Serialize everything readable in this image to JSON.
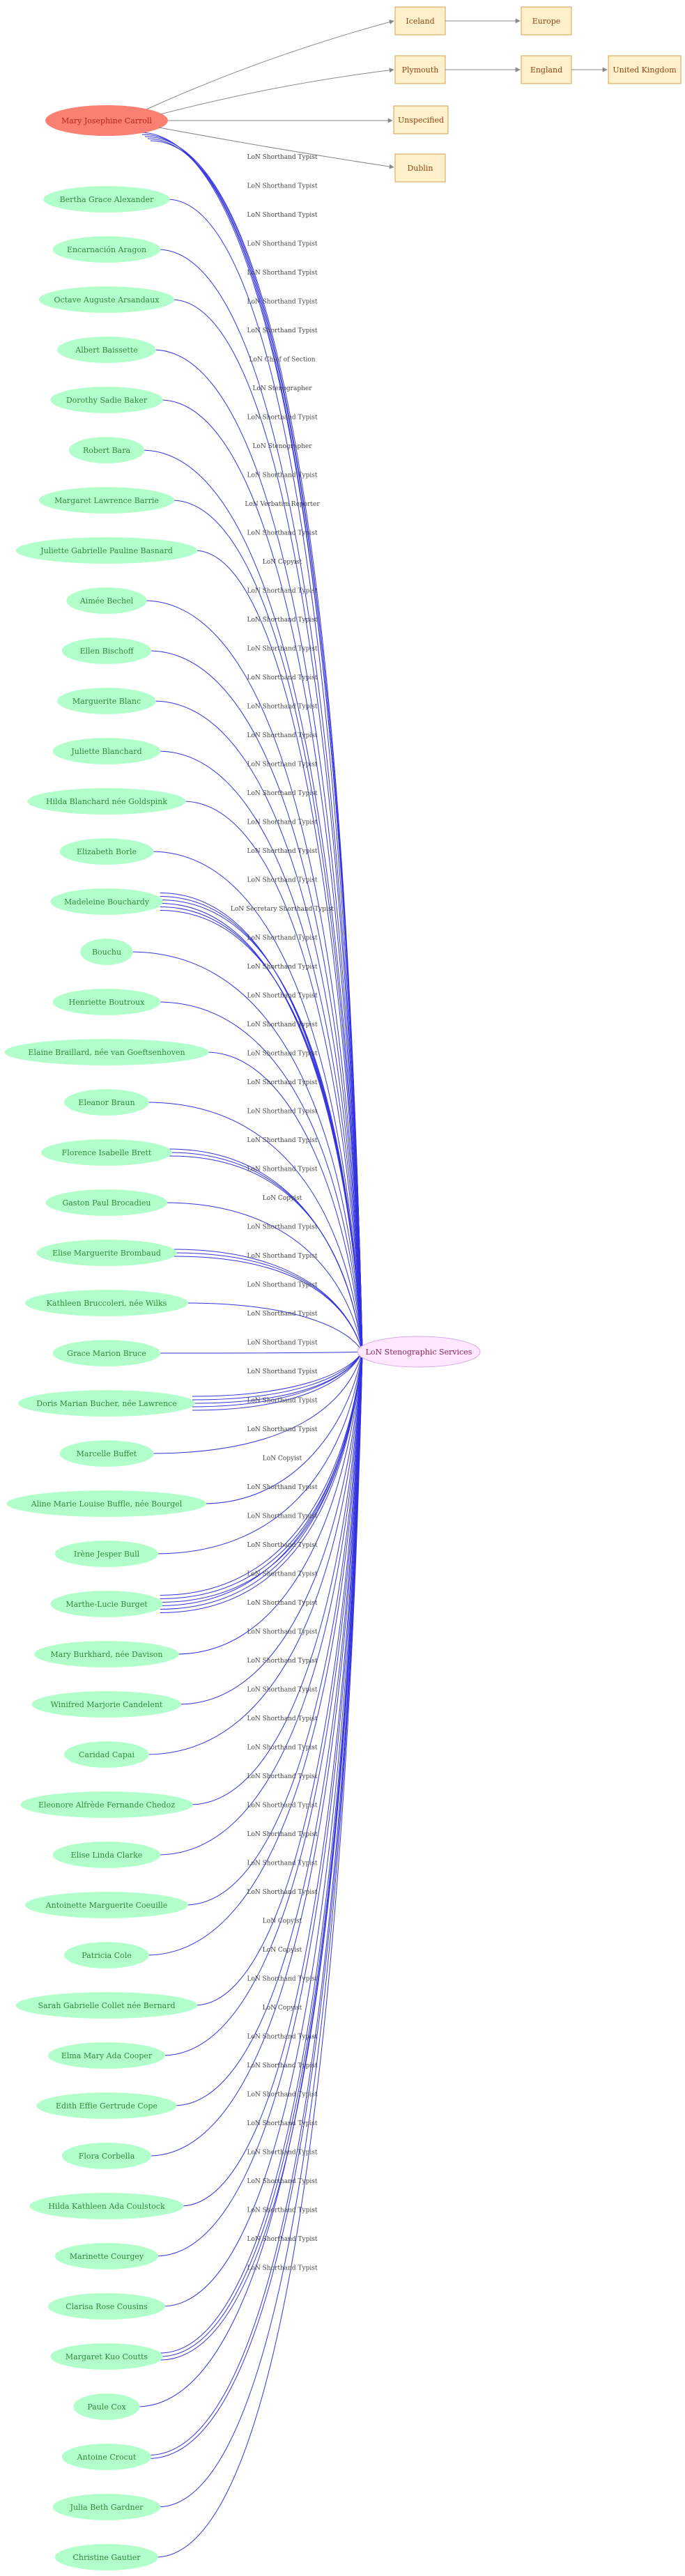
{
  "subject": {
    "name": "Mary Josephine Carroll"
  },
  "target": {
    "name": "LoN Stenographic Services"
  },
  "places": [
    {
      "id": "iceland",
      "label": "Iceland"
    },
    {
      "id": "europe",
      "label": "Europe"
    },
    {
      "id": "plymouth",
      "label": "Plymouth"
    },
    {
      "id": "england",
      "label": "England"
    },
    {
      "id": "uk",
      "label": "United Kingdom"
    },
    {
      "id": "unspecified",
      "label": "Unspecified"
    },
    {
      "id": "dublin",
      "label": "Dublin"
    }
  ],
  "subject_roles": [
    "LoN Shorthand Typist",
    "LoN Shorthand Typist",
    "LoN Shorthand Typist",
    "LoN Shorthand Typist",
    "LoN Shorthand Typist"
  ],
  "people": [
    {
      "name": "Bertha Grace Alexander",
      "roles": [
        "LoN Shorthand Typist"
      ]
    },
    {
      "name": "Encarnación Aragon",
      "roles": [
        "LoN Shorthand Typist"
      ]
    },
    {
      "name": "Octave Auguste Arsandaux",
      "roles": [
        "LoN Chief of Section"
      ]
    },
    {
      "name": "Albert Baissette",
      "roles": [
        "LoN Stenographer"
      ]
    },
    {
      "name": "Dorothy Sadie Baker",
      "roles": [
        "LoN Shorthand Typist"
      ]
    },
    {
      "name": "Robert Bara",
      "roles": [
        "LoN Stenographer"
      ]
    },
    {
      "name": "Margaret Lawrence Barrie",
      "roles": [
        "LoN Shorthand Typist"
      ]
    },
    {
      "name": "Juliette Gabrielle Pauline Basnard",
      "roles": [
        "LoN Verbatim Reporter"
      ]
    },
    {
      "name": "Aimée Bechel",
      "roles": [
        "LoN Shorthand Typist"
      ]
    },
    {
      "name": "Ellen Bischoff",
      "roles": [
        "LoN Copyist"
      ]
    },
    {
      "name": "Marguerite Blanc",
      "roles": [
        "LoN Shorthand Typist"
      ]
    },
    {
      "name": "Juliette Blanchard",
      "roles": [
        "LoN Shorthand Typist"
      ]
    },
    {
      "name": "Hilda Blanchard née Goldspink",
      "roles": [
        "LoN Shorthand Typist"
      ]
    },
    {
      "name": "Elizabeth Borle",
      "roles": [
        "LoN Shorthand Typist"
      ]
    },
    {
      "name": "Madeleine Bouchardy",
      "roles": [
        "LoN Shorthand Typist",
        "LoN Shorthand Typist",
        "LoN Shorthand Typist",
        "LoN Shorthand Typist",
        "LoN Shorthand Typist",
        "LoN Shorthand Typist"
      ]
    },
    {
      "name": "Bouchu",
      "roles": [
        "LoN Shorthand Typist"
      ]
    },
    {
      "name": "Henriette Boutroux",
      "roles": [
        "LoN Secretary Shorthand-Typist"
      ]
    },
    {
      "name": "Elaine Braillard, née van Goeftsenhoven",
      "roles": [
        "LoN Shorthand Typist"
      ]
    },
    {
      "name": "Eleanor Braun",
      "roles": [
        "LoN Shorthand Typist"
      ]
    },
    {
      "name": "Florence Isabelle Brett",
      "roles": [
        "LoN Shorthand Typist",
        "LoN Shorthand Typist",
        "LoN Shorthand Typist"
      ]
    },
    {
      "name": "Gaston Paul Brocadieu",
      "roles": [
        "LoN Shorthand Typist"
      ]
    },
    {
      "name": "Elise Marguerite Brombaud",
      "roles": [
        "LoN Shorthand Typist",
        "LoN Shorthand Typist",
        "LoN Shorthand Typist"
      ]
    },
    {
      "name": "Kathleen Bruccoleri, née Wilks",
      "roles": [
        "LoN Copyist"
      ]
    },
    {
      "name": "Grace Marion Bruce",
      "roles": [
        "LoN Shorthand Typist"
      ]
    },
    {
      "name": "Doris Marian Bucher, née Lawrence",
      "roles": [
        "LoN Shorthand Typist",
        "LoN Shorthand Typist",
        "LoN Shorthand Typist",
        "LoN Shorthand Typist",
        "LoN Shorthand Typist"
      ]
    },
    {
      "name": "Marcelle Buffet",
      "roles": [
        "LoN Shorthand Typist"
      ]
    },
    {
      "name": "Aline Marie Louise Buffle, née Bourgel",
      "roles": [
        "LoN Shorthand Typist"
      ]
    },
    {
      "name": "Irène Jesper Bull",
      "roles": [
        "LoN Copyist"
      ]
    },
    {
      "name": "Marthe-Lucie Burget",
      "roles": [
        "LoN Shorthand Typist",
        "LoN Shorthand Typist",
        "LoN Shorthand Typist",
        "LoN Shorthand Typist",
        "LoN Shorthand Typist",
        "LoN Shorthand Typist"
      ]
    },
    {
      "name": "Mary Burkhard, née Davison",
      "roles": [
        "LoN Shorthand Typist"
      ]
    },
    {
      "name": "Winifred Marjorie Candelent",
      "roles": [
        "LoN Shorthand Typist"
      ]
    },
    {
      "name": "Caridad Capai",
      "roles": [
        "LoN Shorthand Typist"
      ]
    },
    {
      "name": "Eleonore Alfrède Fernande Chedoz",
      "roles": [
        "LoN Shorthand Typist"
      ]
    },
    {
      "name": "Elise Linda Clarke",
      "roles": [
        "LoN Shorthand Typist"
      ]
    },
    {
      "name": "Antoinette Marguerite Coeuille",
      "roles": [
        "LoN Shorthand Typist"
      ]
    },
    {
      "name": "Patricia Cole",
      "roles": [
        "LoN Shorthand Typist"
      ]
    },
    {
      "name": "Sarah Gabrielle Collet née Bernard",
      "roles": [
        "LoN Shorthand Typist"
      ]
    },
    {
      "name": "Elma Mary Ada Cooper",
      "roles": [
        "LoN Shorthand Typist"
      ]
    },
    {
      "name": "Edith Effie Gertrude Cope",
      "roles": [
        "LoN Copyist"
      ]
    },
    {
      "name": "Flora Corbella",
      "roles": [
        "LoN Copyist"
      ]
    },
    {
      "name": "Hilda Kathleen Ada Coulstock",
      "roles": [
        "LoN Shorthand Typist"
      ]
    },
    {
      "name": "Marinette Courgey",
      "roles": [
        "LoN Copyist"
      ]
    },
    {
      "name": "Clarisa Rose Cousins",
      "roles": [
        "LoN Shorthand Typist"
      ]
    },
    {
      "name": "Margaret Kuo Coutts",
      "roles": [
        "LoN Shorthand Typist",
        "LoN Shorthand Typist",
        "LoN Shorthand Typist"
      ]
    },
    {
      "name": "Paule Cox",
      "roles": [
        "LoN Shorthand Typist"
      ]
    },
    {
      "name": "Antoine Crocut",
      "roles": [
        "LoN Shorthand Typist",
        "LoN Shorthand Typist"
      ]
    },
    {
      "name": "Julia Beth Gardner",
      "roles": [
        "LoN Shorthand Typist"
      ]
    },
    {
      "name": "Christine Gautier",
      "roles": [
        "LoN Shorthand Typist"
      ]
    }
  ]
}
